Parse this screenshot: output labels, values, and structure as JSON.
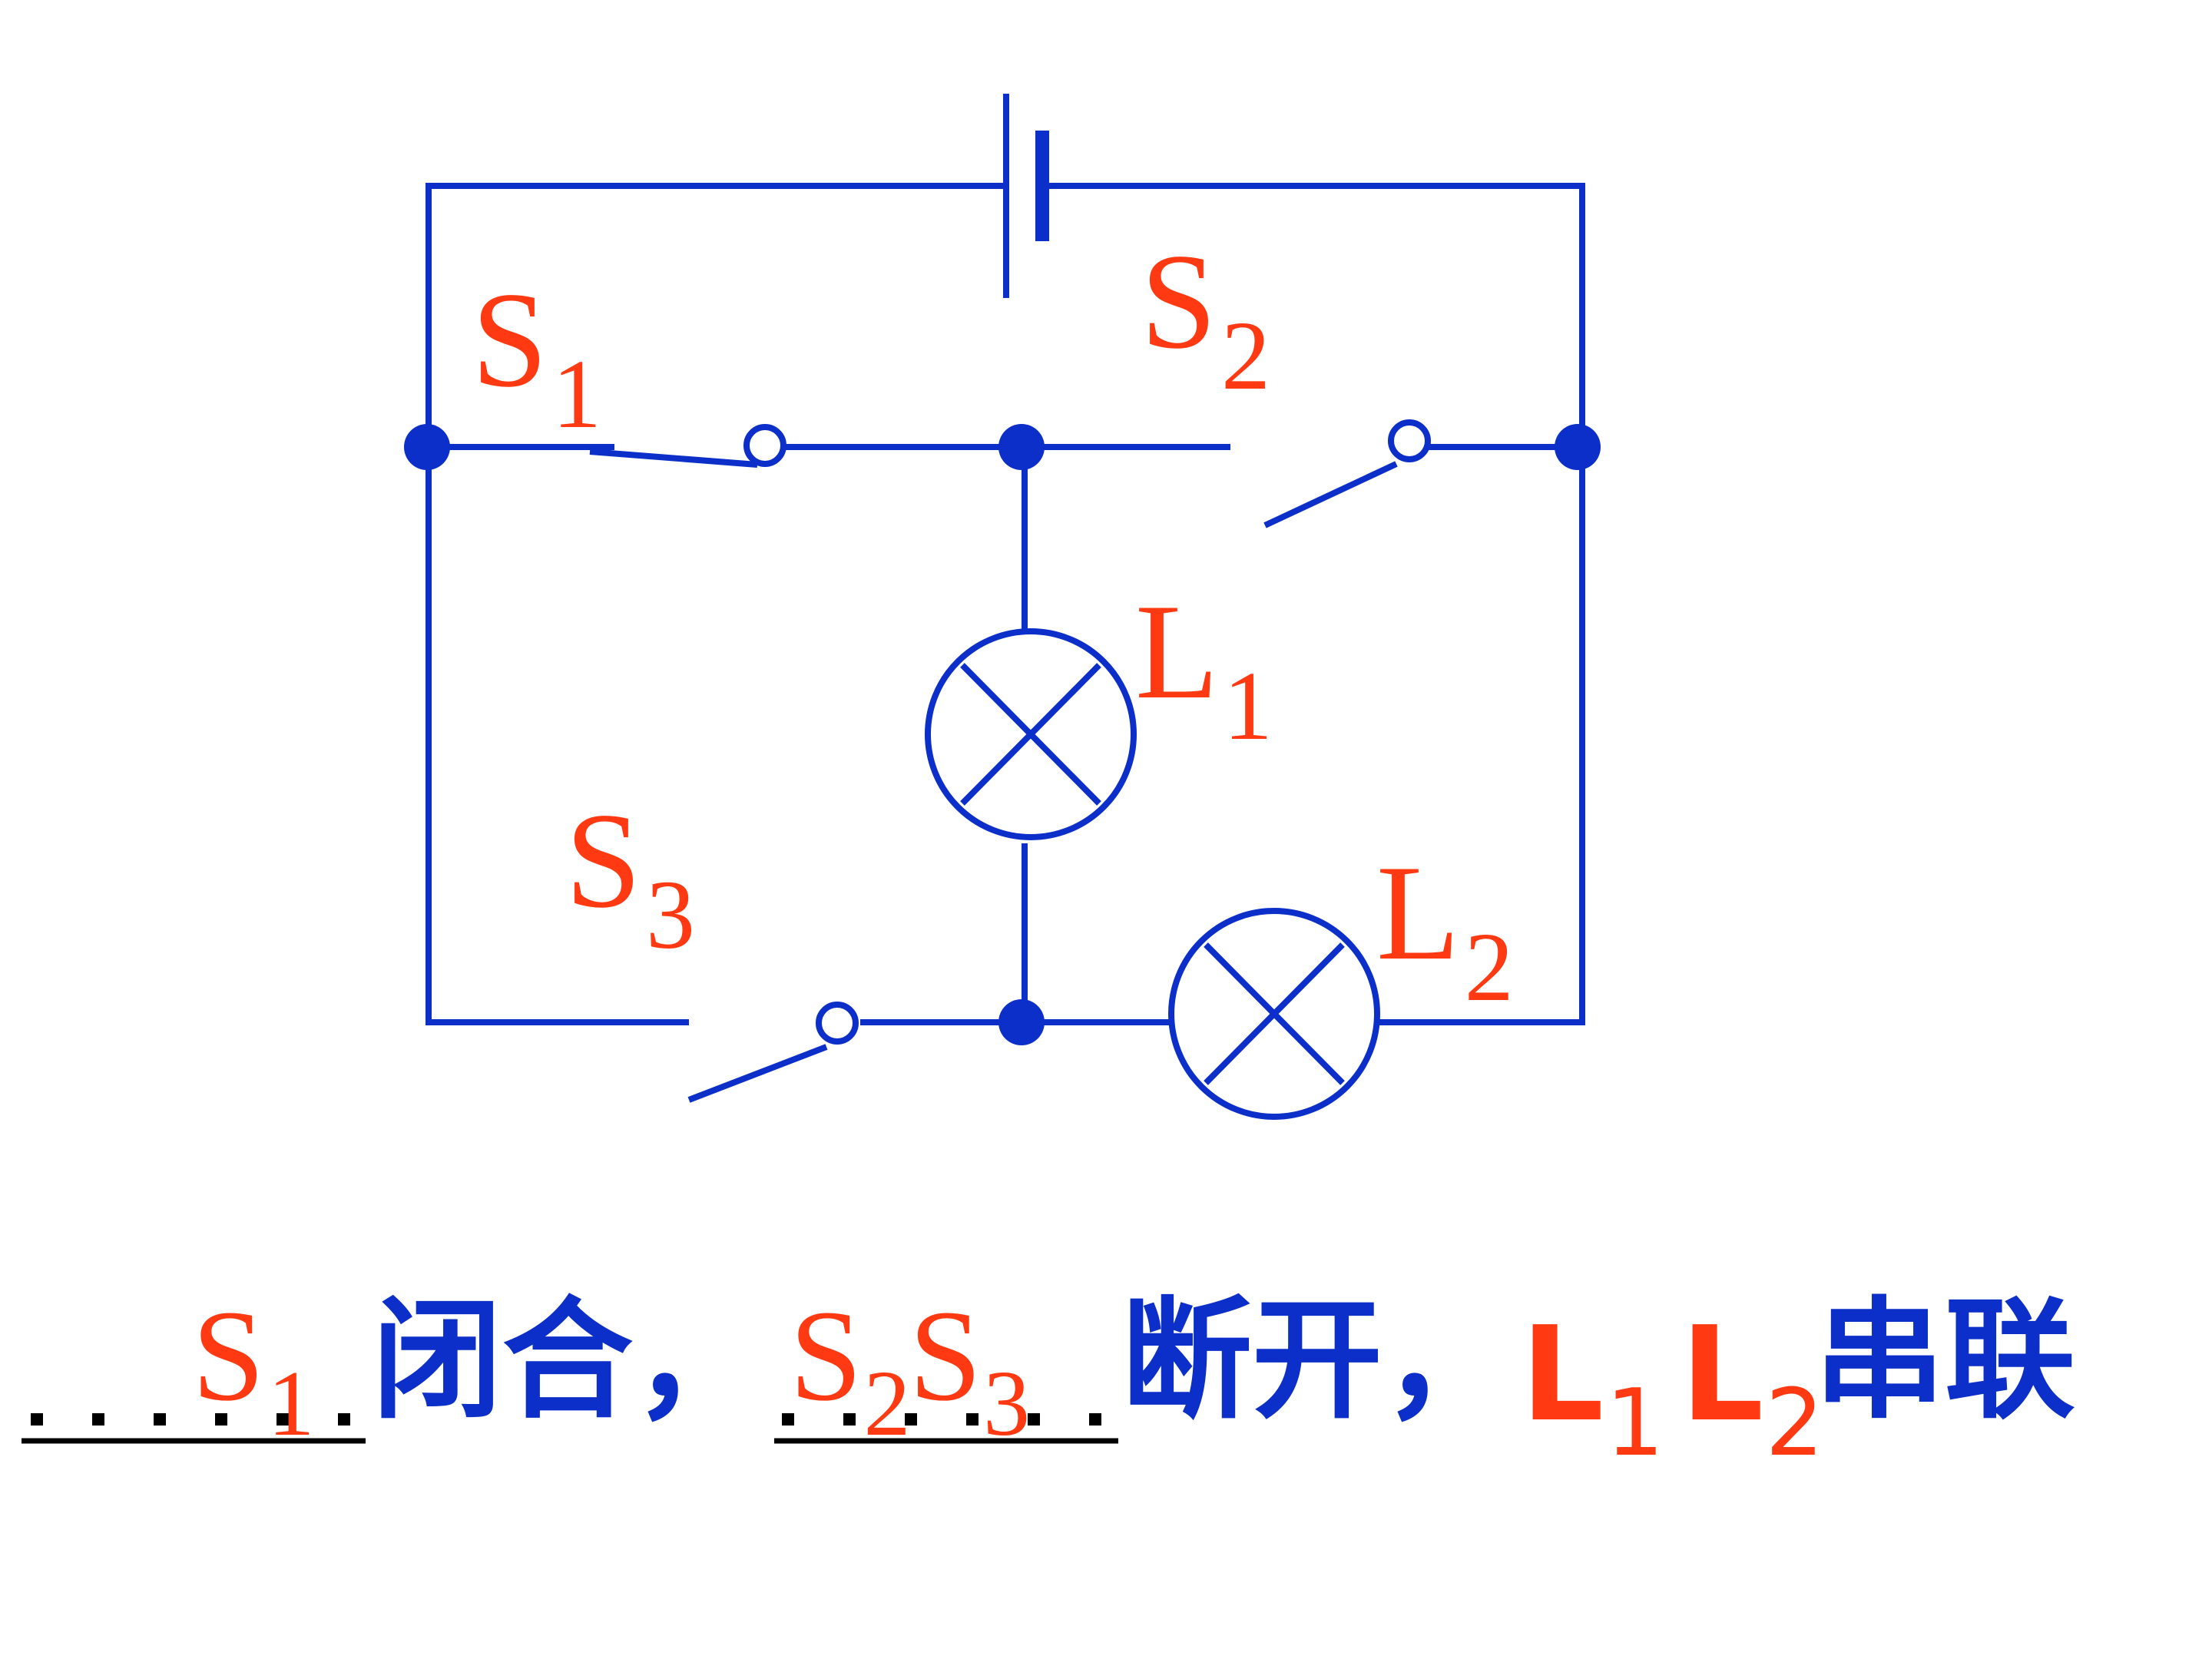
{
  "colors": {
    "wire": "#0B2FC8",
    "label": "#FF3A12",
    "text_blue": "#0B2FC8",
    "background": "#FFFFFF"
  },
  "labels": {
    "s1": {
      "main": "S",
      "sub": "1"
    },
    "s2": {
      "main": "S",
      "sub": "2"
    },
    "s3": {
      "main": "S",
      "sub": "3"
    },
    "l1": {
      "main": "L",
      "sub": "1"
    },
    "l2": {
      "main": "L",
      "sub": "2"
    }
  },
  "caption": {
    "blank1": {
      "main": "S",
      "sub": "1"
    },
    "closed_text": "闭合，",
    "blank2a": {
      "main": "S",
      "sub": "2"
    },
    "blank2b": {
      "main": "S",
      "sub": "3"
    },
    "open_text": "断开，",
    "lamp1": {
      "main": "L",
      "sub": "1"
    },
    "lamp2": {
      "main": "L",
      "sub": "2"
    },
    "series_text": "串联"
  }
}
